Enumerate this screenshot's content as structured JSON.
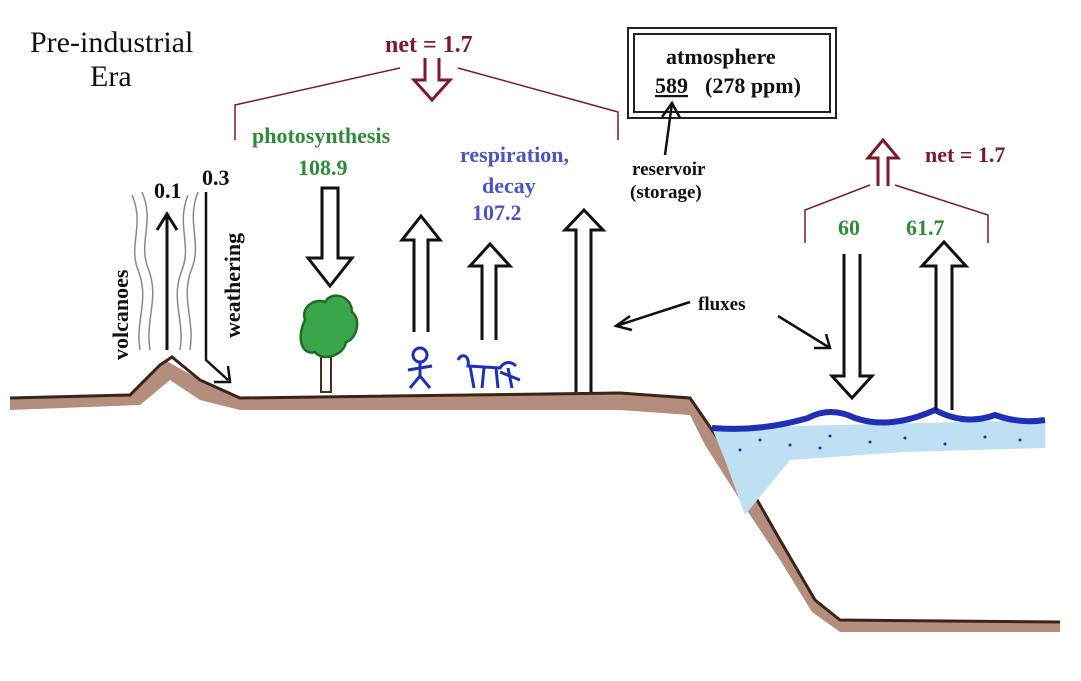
{
  "title": {
    "line1": "Pre-industrial",
    "line2": "Era"
  },
  "atmosphere": {
    "label": "atmosphere",
    "value": "589",
    "ppm": "(278 ppm)",
    "reservoir_line1": "reservoir",
    "reservoir_line2": "(storage)"
  },
  "land": {
    "net_label": "net = 1.7",
    "photosynthesis_label": "photosynthesis",
    "photosynthesis_value": "108.9",
    "respiration_line1": "respiration,",
    "respiration_line2": "decay",
    "respiration_value": "107.2",
    "volcanoes_label": "volcanoes",
    "volcanoes_value": "0.1",
    "weathering_label": "weathering",
    "weathering_value": "0.3"
  },
  "ocean": {
    "net_label": "net = 1.7",
    "down_value": "60",
    "up_value": "61.7"
  },
  "fluxes_label": "fluxes",
  "colors": {
    "net": "#7b1a2a",
    "green": "#2e8b3a",
    "blue": "#4a55c0",
    "ground": "#8b5a44",
    "water": "#1f2fb8",
    "water_fill": "#bfe0f2"
  },
  "icons": [
    "volcano-smoke",
    "tree",
    "stick-person",
    "dog"
  ]
}
